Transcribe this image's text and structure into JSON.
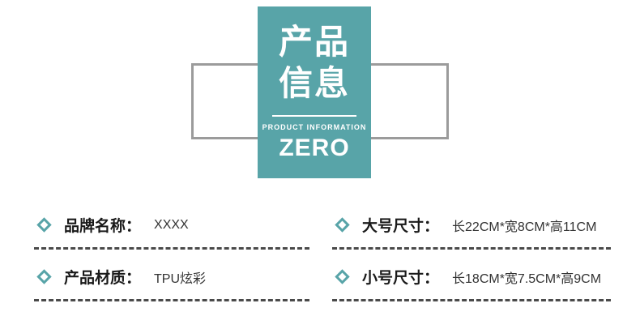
{
  "banner": {
    "title_line1": "产品",
    "title_line2": "信息",
    "subtitle": "PRODUCT INFORMATION",
    "brand": "ZERO",
    "bg_color": "#58a4a8"
  },
  "items": [
    {
      "label": "品牌名称：",
      "value": "XXXX"
    },
    {
      "label": "产品材质：",
      "value": "TPU炫彩"
    },
    {
      "label": "大号尺寸：",
      "value": "长22CM*宽8CM*高11CM"
    },
    {
      "label": "小号尺寸：",
      "value": "长18CM*宽7.5CM*高9CM"
    }
  ],
  "colors": {
    "accent_teal": "#58a4a8",
    "gray_border": "#9b9b9b",
    "dash_color": "#4a4a4a"
  }
}
